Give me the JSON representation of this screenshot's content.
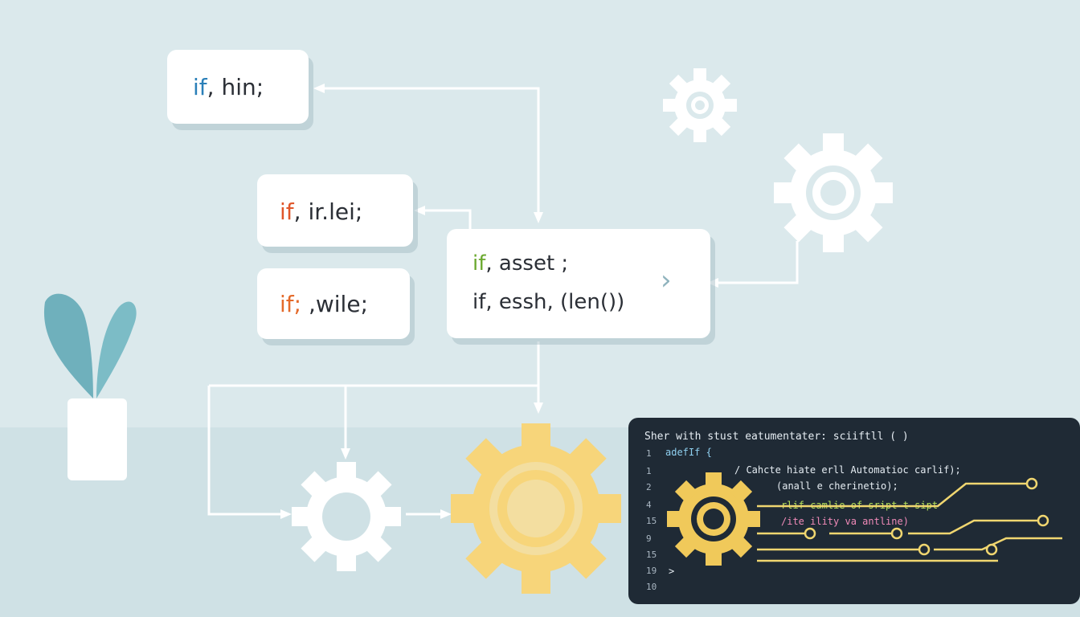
{
  "cards": {
    "card1": {
      "keyword": "if",
      "rest": ", hin;"
    },
    "card2": {
      "keyword": "if",
      "rest": ", ir.lei;"
    },
    "card3": {
      "keyword": "if;",
      "rest": " ,wile;"
    },
    "card4": {
      "line1_keyword": "if",
      "line1_rest": ", asset ;",
      "line2": "if, essh, (len())",
      "chevron": "›"
    }
  },
  "terminal": {
    "header": "Sher with stust eatumentater: sciiftll ( )",
    "lines": [
      {
        "num": "1",
        "code": "adefIf {"
      },
      {
        "num": "1",
        "code": "/ Cahcte hiate erll Automatioc carlif);"
      },
      {
        "num": "2",
        "code": "(anall e cherinetio);"
      },
      {
        "num": "4",
        "code": "rlif camlie of sript t-sipt"
      },
      {
        "num": "15",
        "code": "/ite ility va antline)"
      },
      {
        "num": "9",
        "code": ""
      },
      {
        "num": "15",
        "code": ""
      },
      {
        "num": "19",
        "code": ">"
      },
      {
        "num": "10",
        "code": ""
      }
    ]
  },
  "colors": {
    "background": "#dbe9ec",
    "card": "#ffffff",
    "gear_white": "#ffffff",
    "gear_yellow": "#f7d57a",
    "terminal_bg": "#1f2a35",
    "plant_leaf": "#6fb0bc"
  },
  "icons": [
    "gear-icon",
    "plant-icon",
    "chevron-right-icon"
  ]
}
